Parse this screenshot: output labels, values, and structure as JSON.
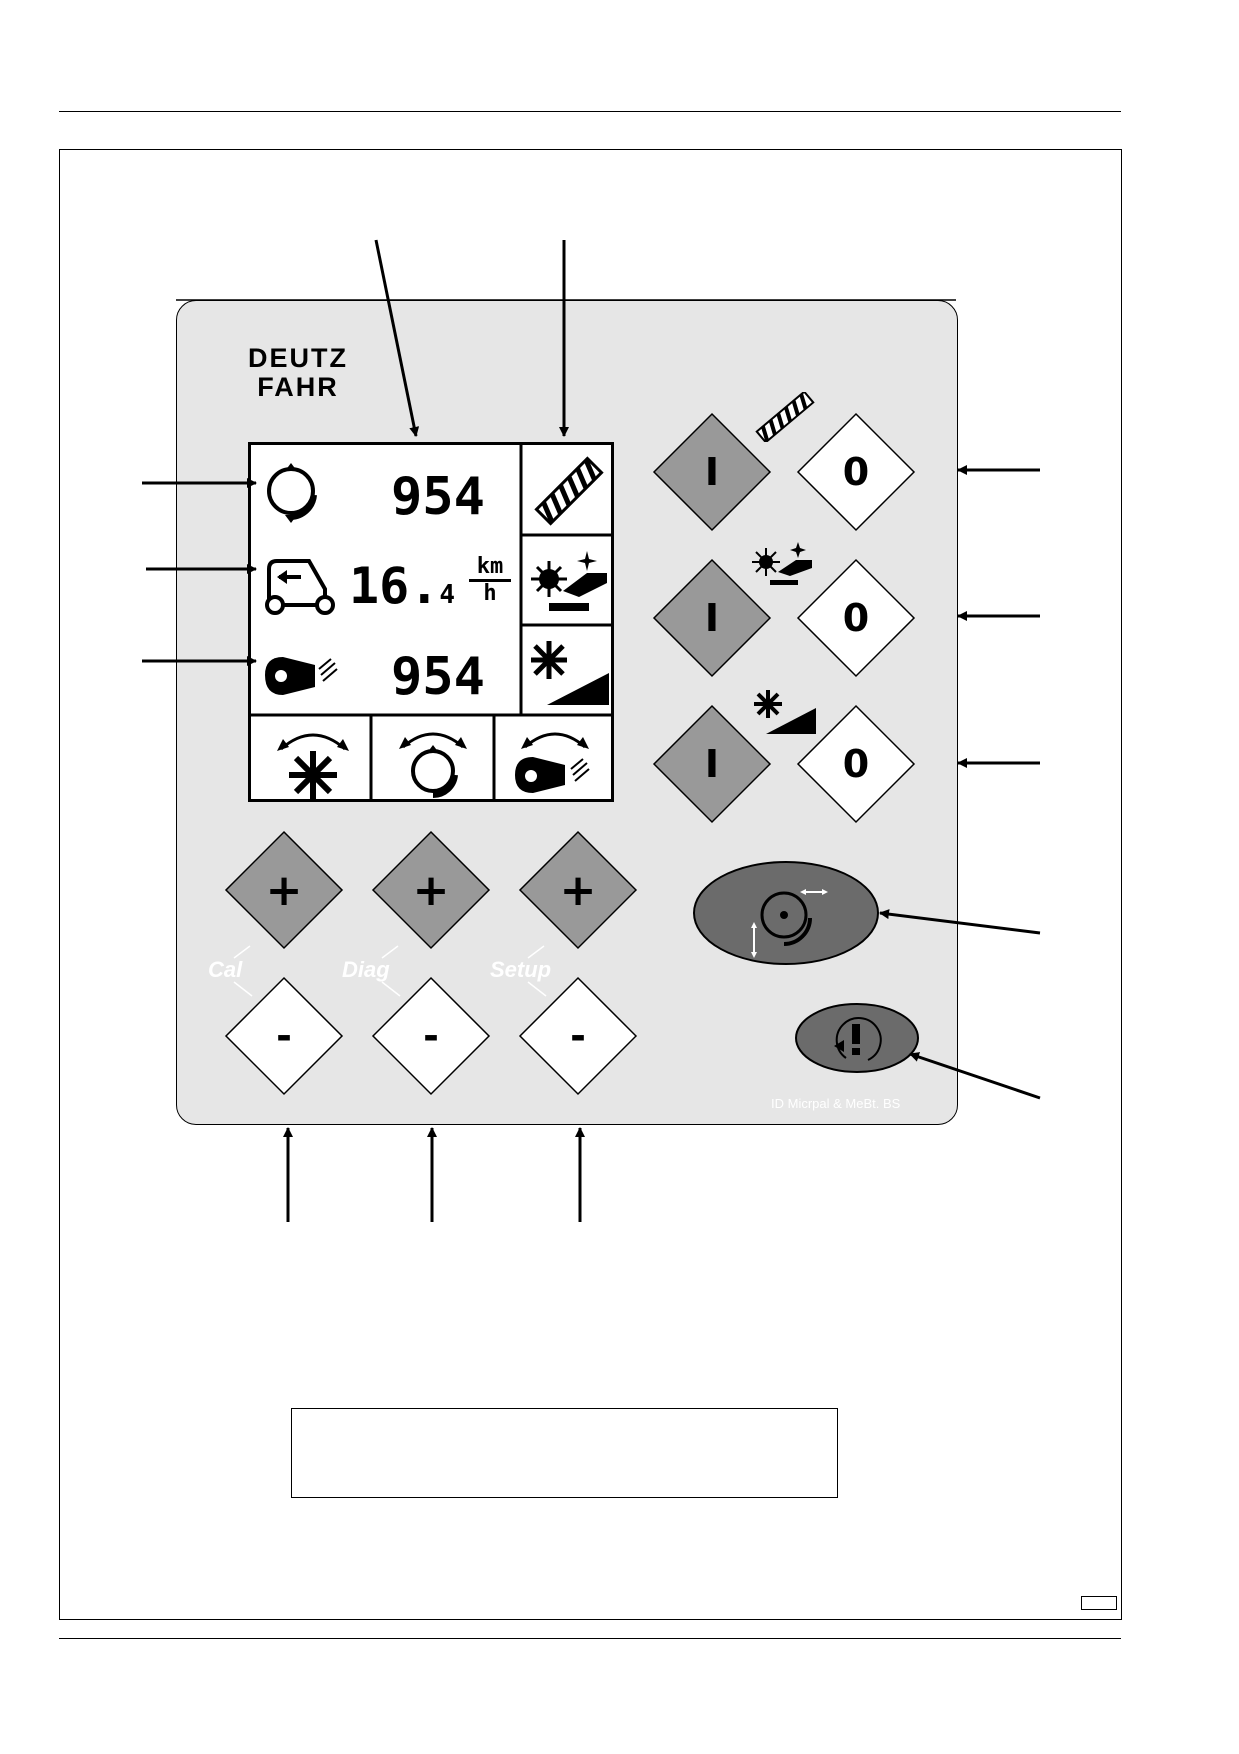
{
  "panel": {
    "brand_line1": "DEUTZ",
    "brand_line2": "FAHR",
    "imprint": "ID Micrpal  & MeBt. BS"
  },
  "display": {
    "row1_value": "954",
    "row2_value_int": "16.",
    "row2_value_dec": "4",
    "row2_unit_top": "km",
    "row2_unit_bottom": "h",
    "row3_value": "954"
  },
  "keys": {
    "on_label": "I",
    "off_label": "0",
    "plus_label": "+",
    "minus_label": "-"
  },
  "function_labels": {
    "cal": "Cal",
    "diag": "Diag",
    "setup": "Setup"
  },
  "colors": {
    "panel": "#e6e6e6",
    "key_grey": "#999999",
    "oval_dark": "#6b6b6b",
    "oval_stroke": "#000000"
  }
}
